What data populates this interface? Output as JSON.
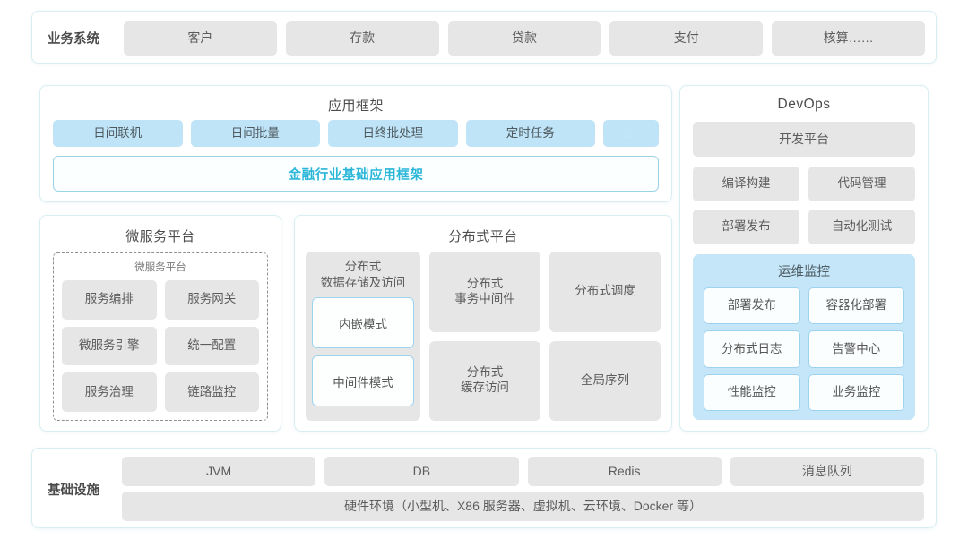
{
  "colors": {
    "panel_border": "#d9eef2",
    "chip_grey": "#e6e6e6",
    "chip_blue": "#bfe3f7",
    "accent_cyan": "#29b6d8",
    "ops_panel_blue": "#c4e6f8",
    "text": "#4a4a4a"
  },
  "business_systems": {
    "label": "业务系统",
    "items": [
      "客户",
      "存款",
      "贷款",
      "支付",
      "核算……"
    ]
  },
  "app_framework": {
    "title": "应用框架",
    "chips": [
      "日间联机",
      "日间批量",
      "日终批处理",
      "定时任务"
    ],
    "ellipsis": "...",
    "base_framework": "金融行业基础应用框架"
  },
  "microservice_platform": {
    "title": "微服务平台",
    "inner_label": "微服务平台",
    "items": [
      "服务编排",
      "服务网关",
      "微服务引擎",
      "统一配置",
      "服务治理",
      "链路监控"
    ]
  },
  "distributed_platform": {
    "title": "分布式平台",
    "storage": {
      "label": "分布式\n数据存储及访问",
      "modes": [
        "内嵌模式",
        "中间件模式"
      ]
    },
    "items": [
      "分布式\n事务中间件",
      "分布式调度",
      "分布式\n缓存访问",
      "全局序列"
    ]
  },
  "devops": {
    "title": "DevOps",
    "platform": "开发平台",
    "items": [
      "编译构建",
      "代码管理",
      "部署发布",
      "自动化测试"
    ],
    "ops_monitor": {
      "title": "运维监控",
      "items": [
        "部署发布",
        "容器化部署",
        "分布式日志",
        "告警中心",
        "性能监控",
        "业务监控"
      ]
    }
  },
  "infrastructure": {
    "label": "基础设施",
    "items": [
      "JVM",
      "DB",
      "Redis",
      "消息队列"
    ],
    "hardware": "硬件环境（小型机、X86 服务器、虚拟机、云环境、Docker 等）"
  }
}
